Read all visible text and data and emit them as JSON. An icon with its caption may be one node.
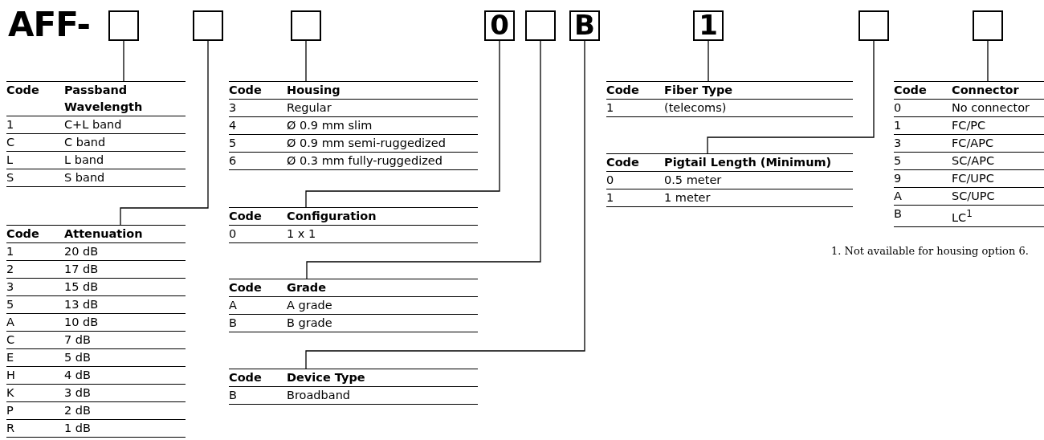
{
  "diagram": {
    "nodes": [
      {
        "text": [],
        "shape": "box"
      },
      {
        "text": [],
        "shape": "box"
      },
      {
        "text": [],
        "shape": "box"
      },
      {
        "text": [
          "0"
        ]
      },
      {
        "text": [],
        "shape": "box"
      },
      {
        "text": [
          "B"
        ]
      },
      {
        "text": [
          "1"
        ]
      },
      {
        "text": [],
        "shape": "box"
      },
      {
        "text": [],
        "shape": "box"
      },
      {
        "text": [
          "Code",
          "Passband Wavelength",
          "1",
          "C+L band",
          "C",
          "C band",
          "L",
          "L band",
          "S",
          "S band"
        ]
      },
      {
        "text": [
          "Code",
          "Housing",
          "3",
          "Regular",
          "4",
          "Ø 0.9 mm slim",
          "5",
          "Ø 0.9 mm semi-ruggedized",
          "6",
          "Ø 0.3 mm fully-ruggedized"
        ]
      },
      {
        "text": [
          "Code",
          "Fiber Type",
          "1",
          "(telecoms)"
        ]
      },
      {
        "text": [
          "Code",
          "Connector",
          "0",
          "No connector",
          "1",
          "FC/PC",
          "3",
          "FC/APC",
          "5",
          "SC/APC",
          "9",
          "FC/UPC",
          "A",
          "SC/UPC",
          "B",
          "LC$^{1}$"
        ]
      },
      {
        "text": [
          "Code",
          "Pigtail Length (Minimum)",
          "0",
          "0.5 meter",
          "1",
          "1 meter"
        ]
      },
      {
        "text": [
          "Code",
          "Attenuation",
          "1",
          "20 dB",
          "2",
          "17 dB",
          "3",
          "15 dB",
          "5",
          "13 dB",
          "A",
          "10 dB",
          "C",
          "7 dB",
          "E",
          "5 dB",
          "H",
          "4 dB",
          "K",
          "3 dB",
          "P",
          "2 dB",
          "R",
          "1 dB"
        ]
      },
      {
        "text": [
          "Code",
          "Configuration",
          "0",
          "1 x 1"
        ]
      },
      {
        "text": [
          "Code",
          "Grade",
          "A",
          "A grade",
          "B",
          "B grade"
        ]
      },
      {
        "text": [
          "Code",
          "Device Type",
          "B",
          "Broadband"
        ]
      }
    ],
    "edges": [
      {
        "from": 0,
        "to": 9,
        "arrow": "none"
      },
      {
        "from": 1,
        "to": 14,
        "arrow": "none"
      },
      {
        "from": 2,
        "to": 10,
        "arrow": "none"
      },
      {
        "from": 3,
        "to": 15,
        "arrow": "none"
      },
      {
        "from": 4,
        "to": 16,
        "arrow": "none"
      },
      {
        "from": 5,
        "to": 17,
        "arrow": "none"
      },
      {
        "from": 6,
        "to": 11,
        "arrow": "none"
      },
      {
        "from": 7,
        "to": 13,
        "arrow": "none"
      },
      {
        "from": 8,
        "to": 12,
        "arrow": "none"
      }
    ],
    "labels": [
      "AFF-",
      "1. Not available for housing option 6."
    ]
  }
}
